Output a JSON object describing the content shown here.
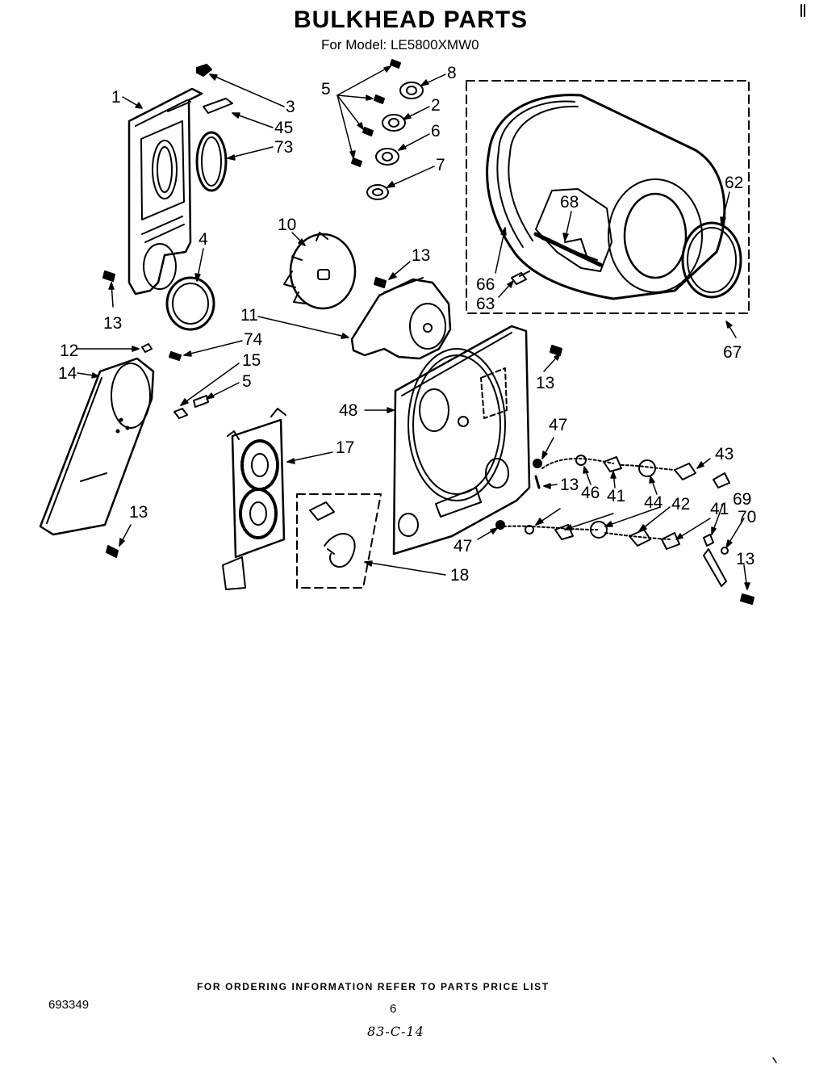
{
  "page": {
    "title": "BULKHEAD PARTS",
    "subtitle": "For Model: LE5800XMW0",
    "footer": "FOR ORDERING INFORMATION REFER TO PARTS PRICE LIST",
    "doc_number": "693349",
    "page_number": "6",
    "handwritten_note": "83-C-14"
  },
  "callouts": {
    "c1": "1",
    "c3": "3",
    "c45": "45",
    "c73": "73",
    "c4": "4",
    "c13a": "13",
    "c5a": "5",
    "c8": "8",
    "c2": "2",
    "c6": "6",
    "c7": "7",
    "c10": "10",
    "c13b": "13",
    "c11": "11",
    "c62": "62",
    "c68": "68",
    "c66": "66",
    "c63": "63",
    "c67": "67",
    "c12": "12",
    "c74": "74",
    "c15": "15",
    "c14": "14",
    "c5b": "5",
    "c13c": "13",
    "c17": "17",
    "c18": "18",
    "c48": "48",
    "c13d": "13",
    "c47a": "47",
    "c13e": "13",
    "c46": "46",
    "c41a": "41",
    "c44": "44",
    "c42": "42",
    "c43": "43",
    "c41b": "41",
    "c69": "69",
    "c70": "70",
    "c13f": "13",
    "c47b": "47"
  }
}
